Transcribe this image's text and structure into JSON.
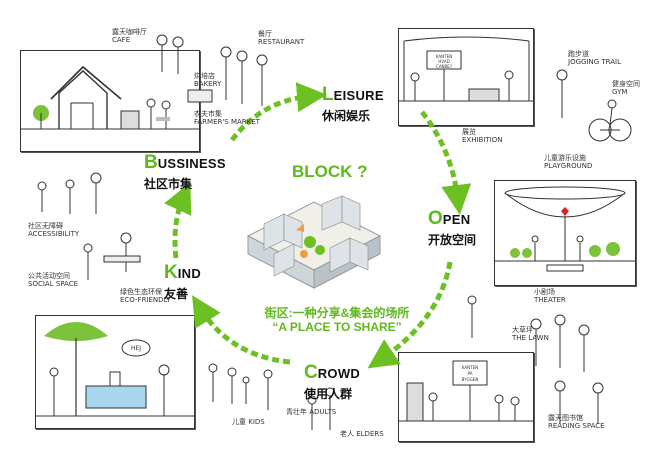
{
  "center": {
    "title": "BLOCK ?",
    "slogan_cn": "街区:一种分享&集会的场所",
    "slogan_en": "“A PLACE TO SHARE”"
  },
  "categories": {
    "leisure": {
      "initial": "L",
      "rest": "EISURE",
      "cn": "休闲娱乐"
    },
    "open": {
      "initial": "O",
      "rest": "PEN",
      "cn": "开放空间"
    },
    "crowd": {
      "initial": "C",
      "rest": "ROWD",
      "cn": "使用人群"
    },
    "kind": {
      "initial": "K",
      "rest": "IND",
      "cn": "友善"
    },
    "business": {
      "initial": "B",
      "rest": "USSINESS",
      "cn": "社区市集"
    }
  },
  "labels": {
    "cafe": {
      "cn": "露天咖啡厅",
      "en": "CAFE"
    },
    "restaurant": {
      "cn": "餐厅",
      "en": "RESTAURANT"
    },
    "bakery": {
      "cn": "烘培店",
      "en": "BAKERY"
    },
    "farmers_market": {
      "cn": "农夫市集",
      "en": "FARMER'S MARKET"
    },
    "jogging": {
      "cn": "跑步道",
      "en": "JOGGING TRAIL"
    },
    "gym": {
      "cn": "健身空间",
      "en": "GYM"
    },
    "exhibition": {
      "cn": "展览",
      "en": "EXHIBITION"
    },
    "playground": {
      "cn": "儿童游乐设施",
      "en": "PLAYGROUND"
    },
    "accessibility": {
      "cn": "社区无障碍",
      "en": "ACCESSIBILITY"
    },
    "social": {
      "cn": "公共活动空间",
      "en": "SOCIAL SPACE"
    },
    "eco": {
      "cn": "绿色生态环保",
      "en": "ECO-FRIENDLY"
    },
    "theater": {
      "cn": "小剧场",
      "en": "THEATER"
    },
    "lawn": {
      "cn": "大草坪",
      "en": "THE LAWN"
    },
    "kids": {
      "cn": "儿童",
      "en": "KIDS"
    },
    "adults": {
      "cn": "青壮年",
      "en": "ADULTS"
    },
    "elders": {
      "cn": "老人",
      "en": "ELDERS"
    },
    "reading": {
      "cn": "露天图书馆",
      "en": "READING SPACE"
    }
  },
  "signs": {
    "exhibit_sign": "KANTEN\nWHAT\nCANBE?",
    "reading_sign": "KANTEN\nPA\nBYGGEN",
    "bubble": "HEJ"
  },
  "colors": {
    "accent": "#5fb81c",
    "arrow": "#6cc022",
    "line": "#333333"
  }
}
